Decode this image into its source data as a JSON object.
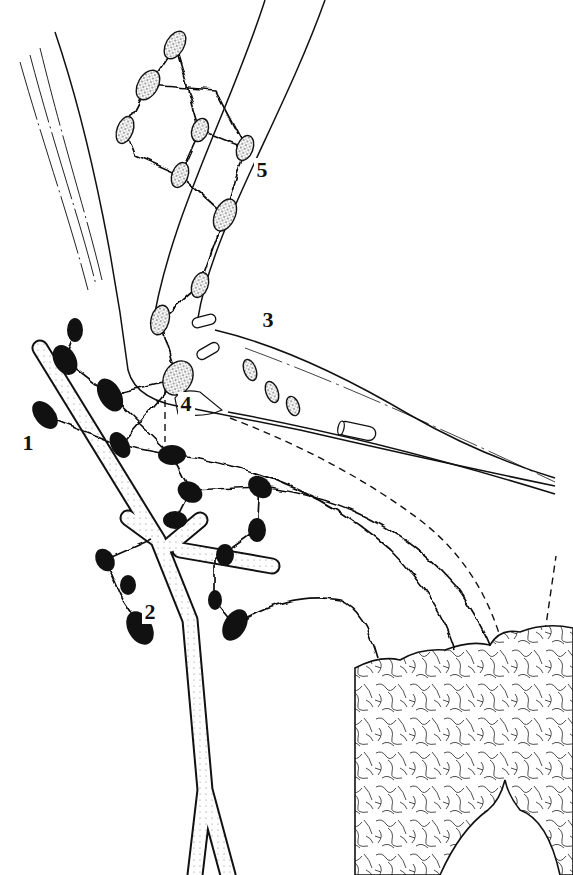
{
  "diagram": {
    "labels": [
      "5",
      "3",
      "4",
      "1",
      "2"
    ]
  }
}
